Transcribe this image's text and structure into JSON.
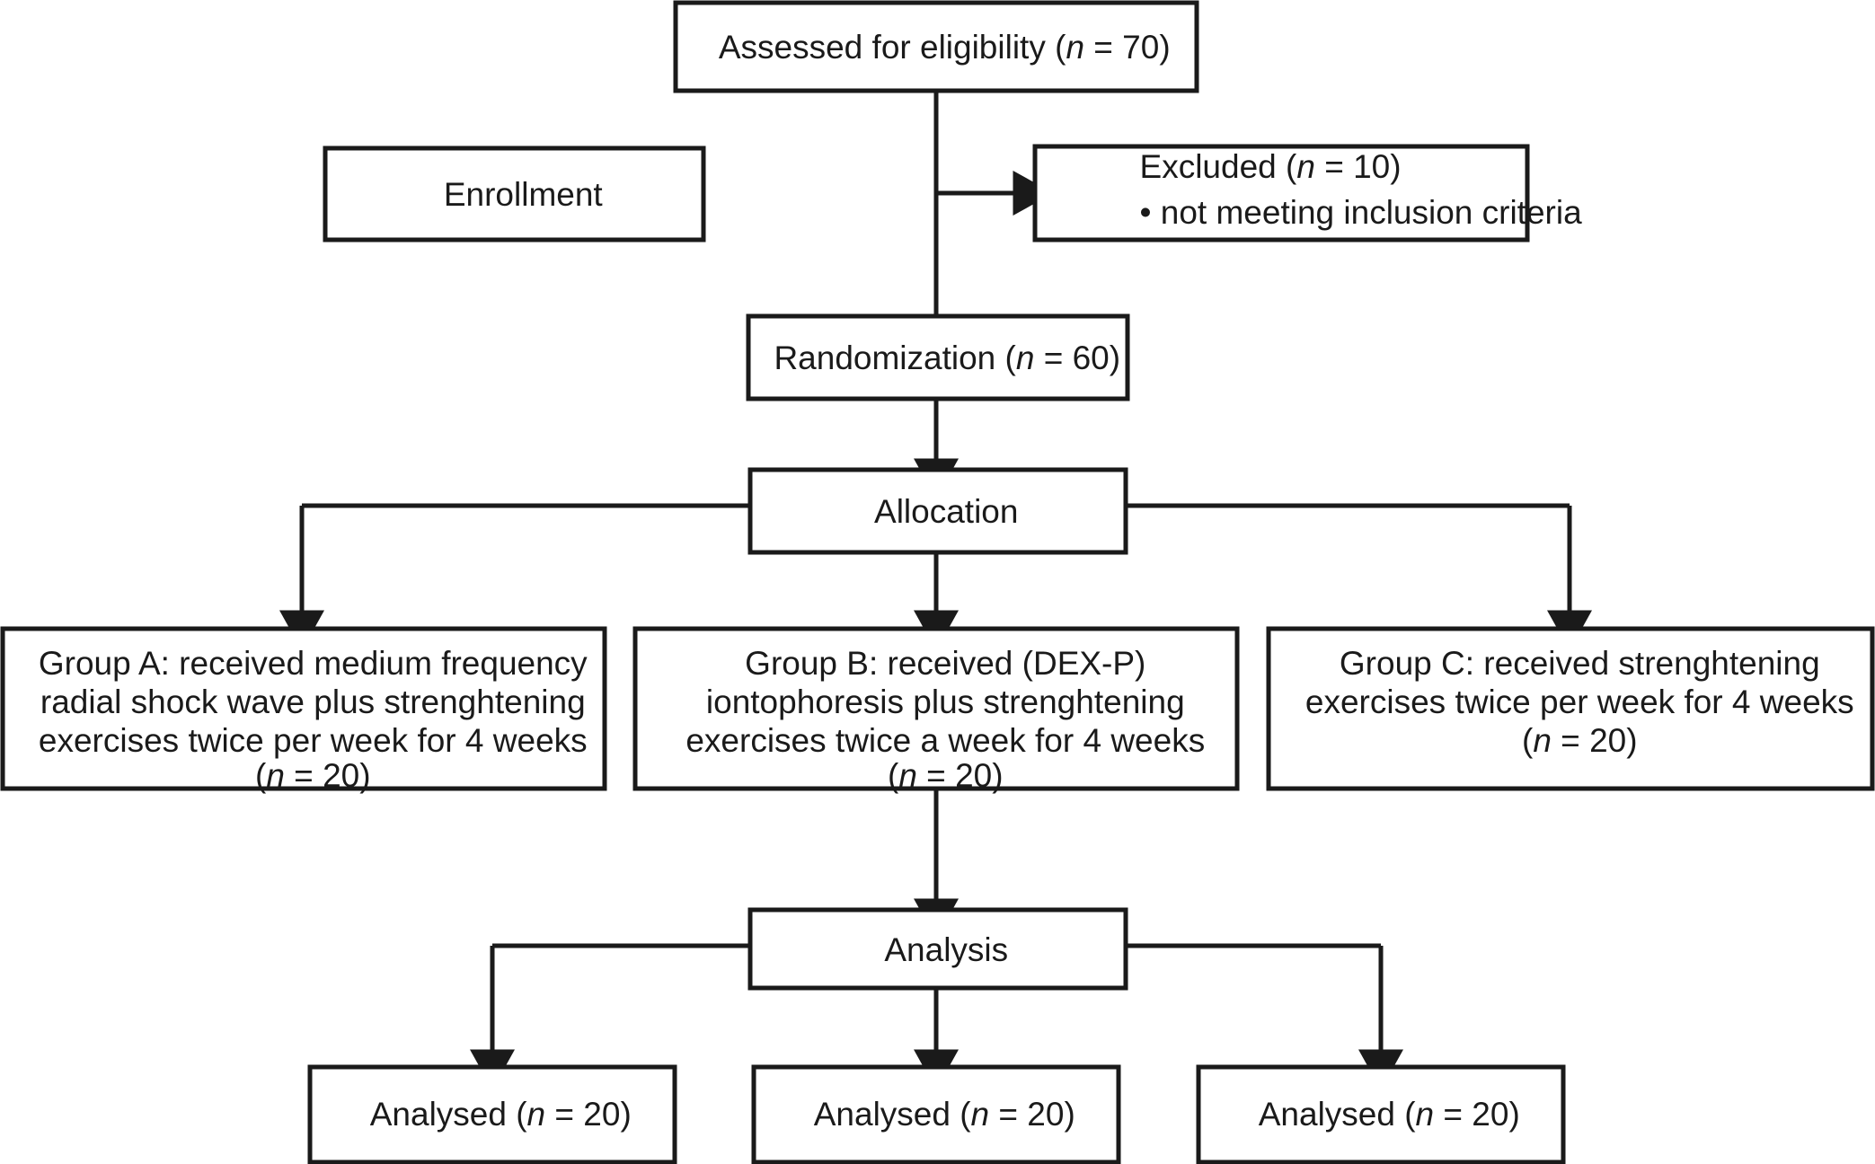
{
  "diagram": {
    "type": "consort-flow-diagram",
    "colors": {
      "box_stroke": "#1a1a1a",
      "box_fill": "#ffffff",
      "connector": "#1a1a1a",
      "text": "#1a1a1a",
      "background": "#ffffff"
    }
  },
  "nodes": {
    "assessed": {
      "name": "assessed-for-eligibility-box",
      "lines": [
        {
          "pre": "Assessed for eligibility (",
          "ital": "n",
          "post": " = 70)"
        }
      ]
    },
    "enrollment": {
      "name": "enrollment-label-box",
      "lines": [
        {
          "pre": "Enrollment",
          "ital": "",
          "post": ""
        }
      ]
    },
    "excluded": {
      "name": "excluded-box",
      "lines": [
        {
          "pre": "Excluded (",
          "ital": "n",
          "post": " = 10)"
        },
        {
          "pre": "• not meeting inclusion criteria",
          "ital": "",
          "post": ""
        }
      ]
    },
    "randomization": {
      "name": "randomization-box",
      "lines": [
        {
          "pre": "Randomization (",
          "ital": "n",
          "post": " = 60)"
        }
      ]
    },
    "allocation": {
      "name": "allocation-label-box",
      "lines": [
        {
          "pre": "Allocation",
          "ital": "",
          "post": ""
        }
      ]
    },
    "group_a": {
      "name": "group-a-box",
      "lines": [
        {
          "pre": "Group A: received medium frequency",
          "ital": "",
          "post": ""
        },
        {
          "pre": "radial shock wave plus strenghtening",
          "ital": "",
          "post": ""
        },
        {
          "pre": "exercises twice per week for 4 weeks",
          "ital": "",
          "post": ""
        },
        {
          "pre": "(",
          "ital": "n",
          "post": " = 20)"
        }
      ]
    },
    "group_b": {
      "name": "group-b-box",
      "lines": [
        {
          "pre": "Group B: received (DEX-P)",
          "ital": "",
          "post": ""
        },
        {
          "pre": "iontophoresis plus strenghtening",
          "ital": "",
          "post": ""
        },
        {
          "pre": "exercises twice a week for 4 weeks",
          "ital": "",
          "post": ""
        },
        {
          "pre": "(",
          "ital": "n",
          "post": " = 20)"
        }
      ]
    },
    "group_c": {
      "name": "group-c-box",
      "lines": [
        {
          "pre": "Group C: received strenghtening",
          "ital": "",
          "post": ""
        },
        {
          "pre": "exercises twice per week for 4 weeks",
          "ital": "",
          "post": ""
        },
        {
          "pre": "(",
          "ital": "n",
          "post": " = 20)"
        }
      ]
    },
    "analysis": {
      "name": "analysis-label-box",
      "lines": [
        {
          "pre": "Analysis",
          "ital": "",
          "post": ""
        }
      ]
    },
    "analysed_a": {
      "name": "analysed-group-a-box",
      "lines": [
        {
          "pre": "Analysed (",
          "ital": "n",
          "post": " = 20)"
        }
      ]
    },
    "analysed_b": {
      "name": "analysed-group-b-box",
      "lines": [
        {
          "pre": "Analysed (",
          "ital": "n",
          "post": " = 20)"
        }
      ]
    },
    "analysed_c": {
      "name": "analysed-group-c-box",
      "lines": [
        {
          "pre": "Analysed (",
          "ital": "n",
          "post": " = 20)"
        }
      ]
    }
  }
}
